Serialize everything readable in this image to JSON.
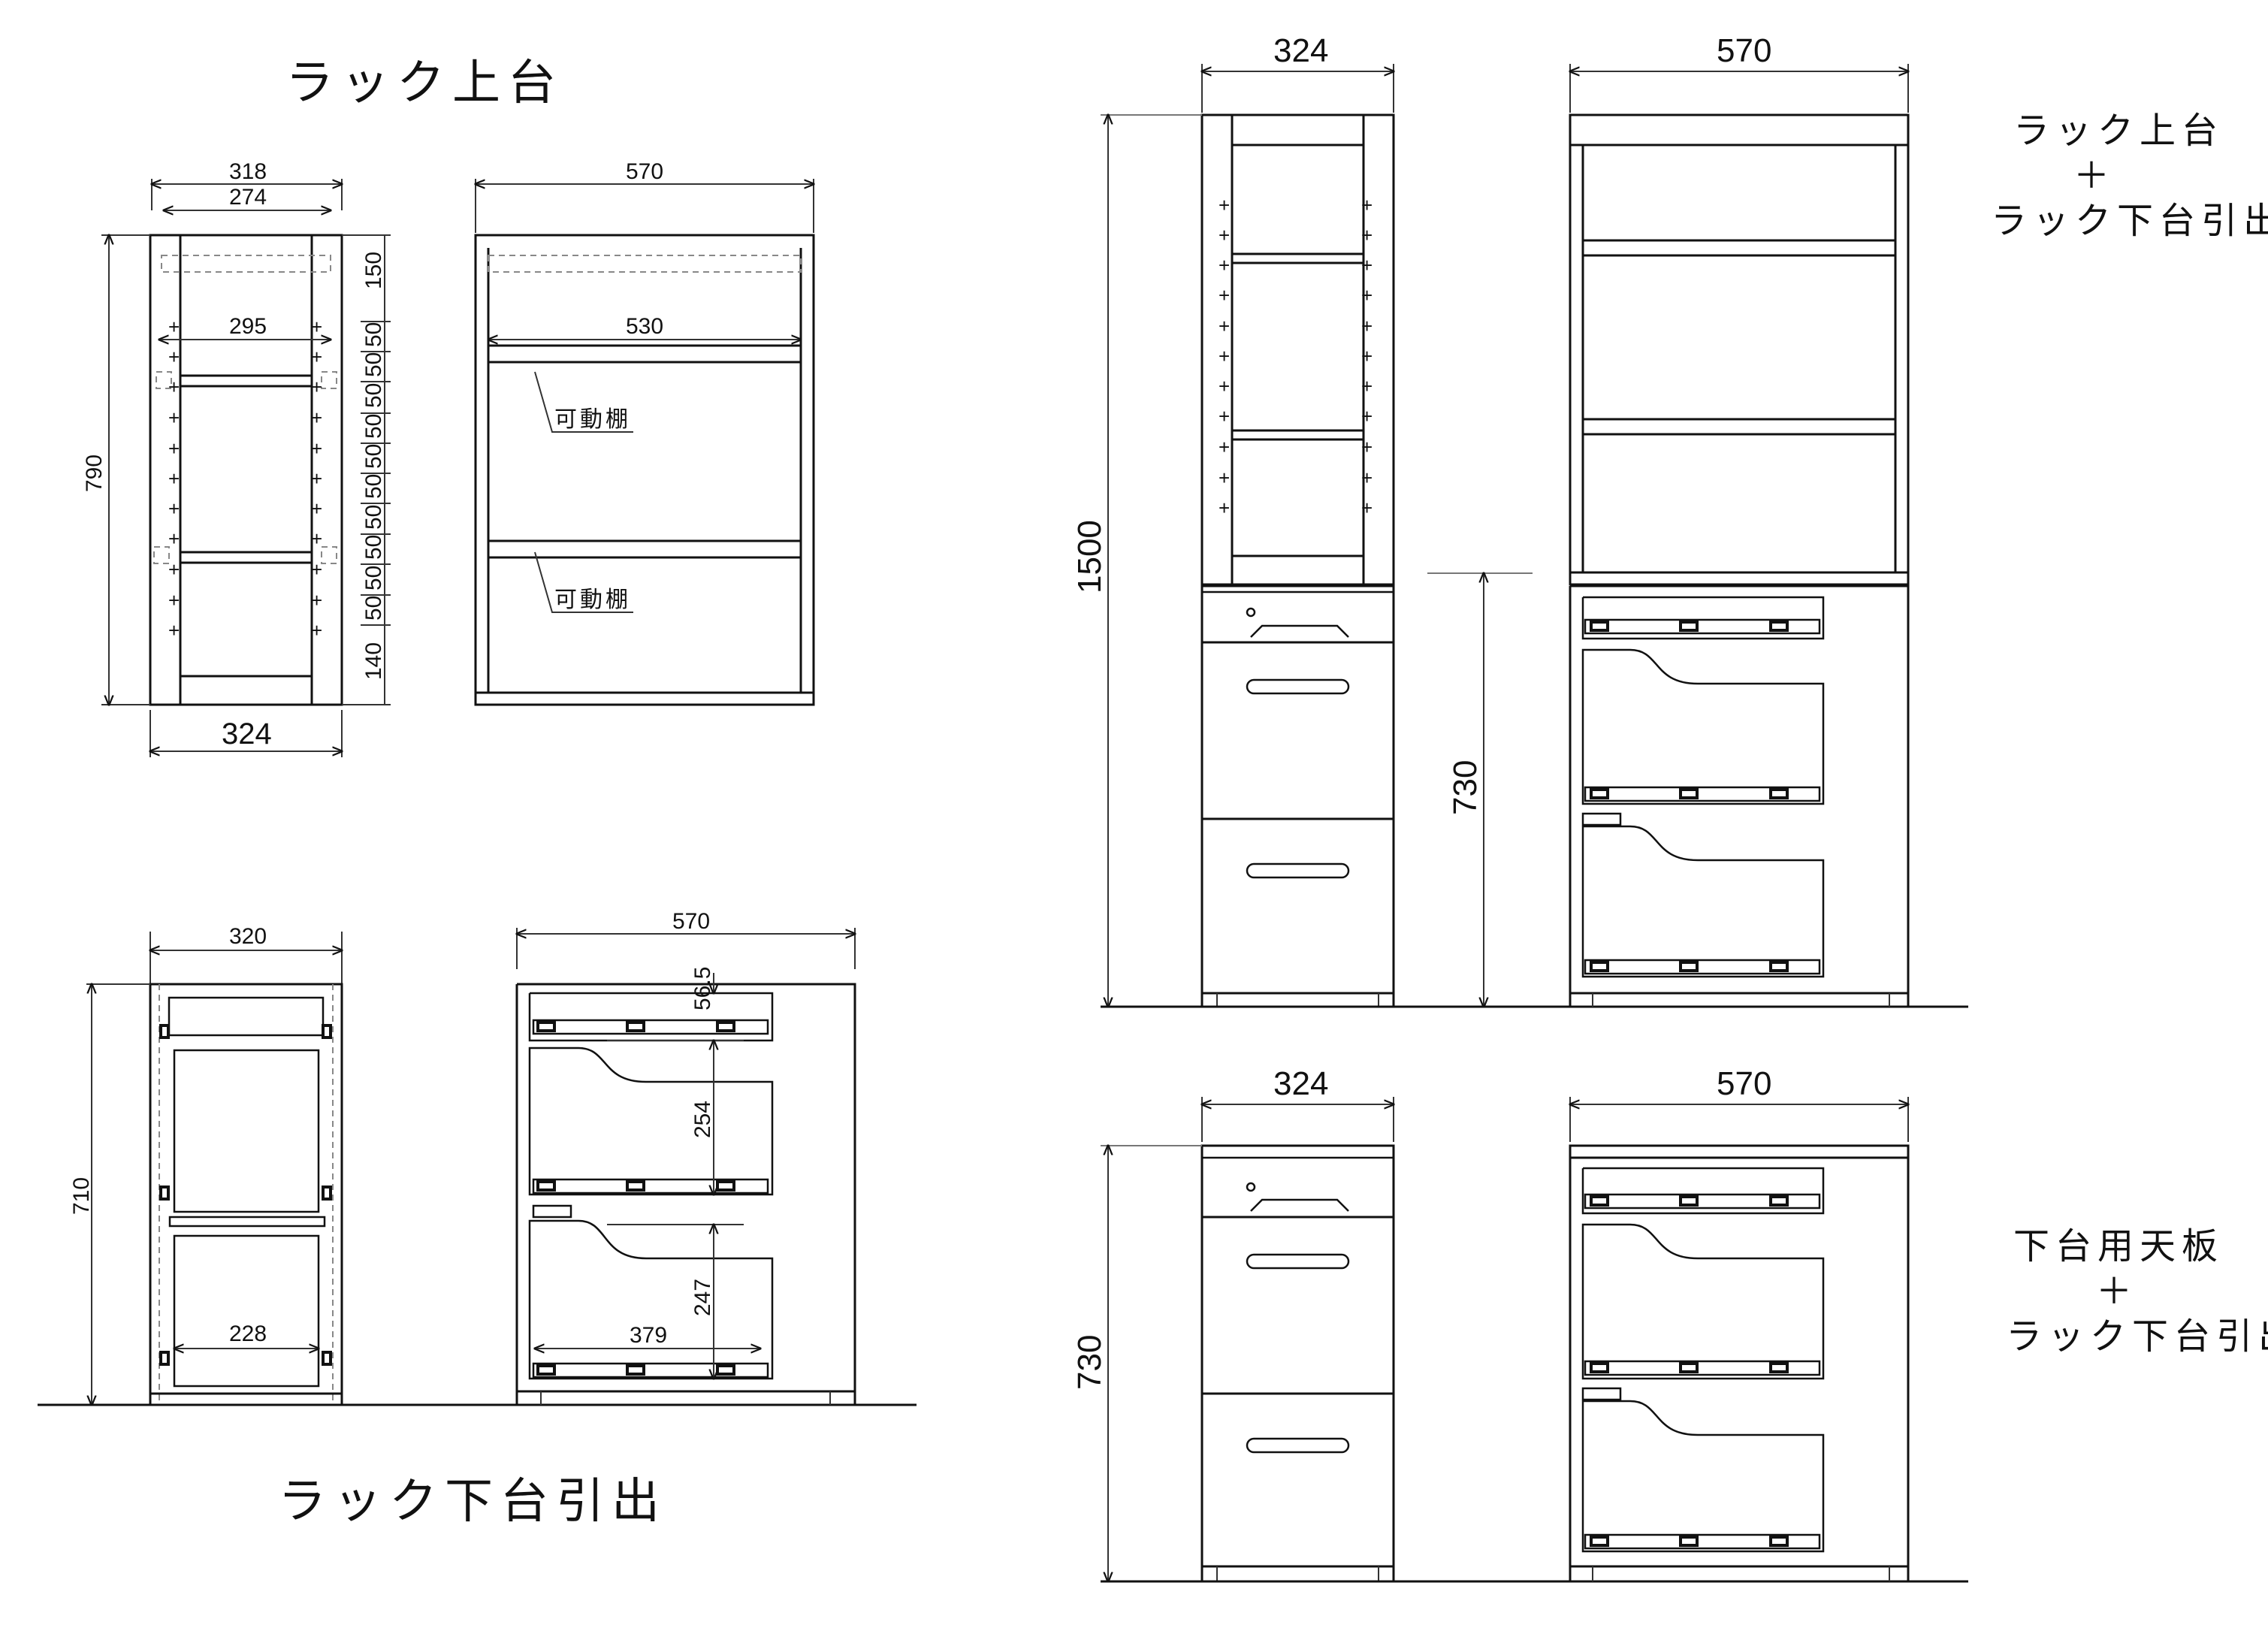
{
  "titles": {
    "rack_upper": "ラック上台",
    "rack_lower_drawer": "ラック下台引出",
    "combo1": [
      "ラック上台",
      "＋",
      "ラック下台引出"
    ],
    "combo2": [
      "下台用天板",
      "＋",
      "ラック下台引出"
    ]
  },
  "labels": {
    "movable_shelf": "可動棚"
  },
  "upper_side": {
    "width_outer": "318",
    "width_inner": "274",
    "width_shelf": "295",
    "width_base": "324",
    "height_total": "790",
    "pitch_top": "150",
    "pitch": "50",
    "pitch_bottom": "140"
  },
  "upper_front": {
    "width": "570",
    "shelf_width": "530"
  },
  "lower_side": {
    "width": "320",
    "height": "710",
    "inner_width": "228"
  },
  "lower_front": {
    "width": "570",
    "d1": "56.5",
    "d2": "254",
    "d3": "247",
    "rail_width": "379"
  },
  "assembly1": {
    "side_width": "324",
    "front_width": "570",
    "total_height": "1500",
    "lower_height": "730"
  },
  "assembly2": {
    "side_width": "324",
    "front_width": "570",
    "height": "730"
  }
}
